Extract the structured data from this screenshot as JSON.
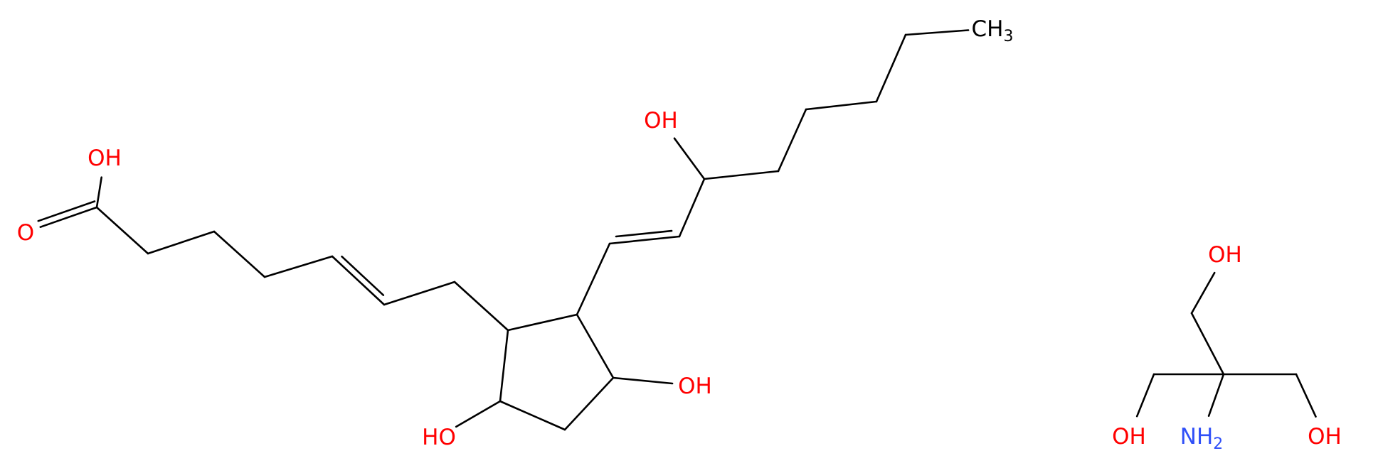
{
  "diagram": {
    "kind": "chemical-structure",
    "colors": {
      "bond": "#000000",
      "carbon_label": "#000000",
      "oxygen_label": "#ff0000",
      "nitrogen_label": "#3050f8"
    },
    "molecule_main": {
      "atoms": [
        {
          "id": "c1",
          "element": "C"
        },
        {
          "id": "o_acid_oh",
          "element": "O",
          "label": "OH"
        },
        {
          "id": "o_acid_carbonyl",
          "element": "O",
          "label": "O"
        },
        {
          "id": "c2",
          "element": "C"
        },
        {
          "id": "c3",
          "element": "C"
        },
        {
          "id": "c4",
          "element": "C"
        },
        {
          "id": "c5",
          "element": "C"
        },
        {
          "id": "c6",
          "element": "C"
        },
        {
          "id": "c7",
          "element": "C"
        },
        {
          "id": "c8",
          "element": "C"
        },
        {
          "id": "c9",
          "element": "C"
        },
        {
          "id": "o9",
          "element": "O",
          "label": "HO"
        },
        {
          "id": "c10",
          "element": "C"
        },
        {
          "id": "c11",
          "element": "C"
        },
        {
          "id": "o11",
          "element": "O",
          "label": "OH"
        },
        {
          "id": "c12",
          "element": "C"
        },
        {
          "id": "c13",
          "element": "C"
        },
        {
          "id": "c14",
          "element": "C"
        },
        {
          "id": "c15",
          "element": "C"
        },
        {
          "id": "o15",
          "element": "O",
          "label": "OH"
        },
        {
          "id": "c16",
          "element": "C"
        },
        {
          "id": "c17",
          "element": "C"
        },
        {
          "id": "c18",
          "element": "C"
        },
        {
          "id": "c19",
          "element": "C"
        },
        {
          "id": "c20",
          "element": "C",
          "label": "CH3"
        }
      ],
      "bonds": [
        {
          "from": "c1",
          "to": "o_acid_oh",
          "order": 1
        },
        {
          "from": "c1",
          "to": "o_acid_carbonyl",
          "order": 2
        },
        {
          "from": "c1",
          "to": "c2",
          "order": 1
        },
        {
          "from": "c2",
          "to": "c3",
          "order": 1
        },
        {
          "from": "c3",
          "to": "c4",
          "order": 1
        },
        {
          "from": "c4",
          "to": "c5",
          "order": 1
        },
        {
          "from": "c5",
          "to": "c6",
          "order": 2
        },
        {
          "from": "c6",
          "to": "c7",
          "order": 1
        },
        {
          "from": "c7",
          "to": "c8",
          "order": 1
        },
        {
          "from": "c8",
          "to": "c9",
          "order": 1
        },
        {
          "from": "c9",
          "to": "c10",
          "order": 1
        },
        {
          "from": "c10",
          "to": "c11",
          "order": 1
        },
        {
          "from": "c11",
          "to": "c12",
          "order": 1
        },
        {
          "from": "c12",
          "to": "c8",
          "order": 1
        },
        {
          "from": "c9",
          "to": "o9",
          "order": 1
        },
        {
          "from": "c11",
          "to": "o11",
          "order": 1
        },
        {
          "from": "c12",
          "to": "c13",
          "order": 1
        },
        {
          "from": "c13",
          "to": "c14",
          "order": 2
        },
        {
          "from": "c14",
          "to": "c15",
          "order": 1
        },
        {
          "from": "c15",
          "to": "o15",
          "order": 1
        },
        {
          "from": "c15",
          "to": "c16",
          "order": 1
        },
        {
          "from": "c16",
          "to": "c17",
          "order": 1
        },
        {
          "from": "c17",
          "to": "c18",
          "order": 1
        },
        {
          "from": "c18",
          "to": "c19",
          "order": 1
        },
        {
          "from": "c19",
          "to": "c20",
          "order": 1
        }
      ]
    },
    "molecule_tris": {
      "atoms": [
        {
          "id": "tc",
          "element": "C"
        },
        {
          "id": "tn",
          "element": "N",
          "label": "NH2"
        },
        {
          "id": "ta",
          "element": "C"
        },
        {
          "id": "toa",
          "element": "O",
          "label": "OH"
        },
        {
          "id": "tb",
          "element": "C"
        },
        {
          "id": "tob",
          "element": "O",
          "label": "OH"
        },
        {
          "id": "td",
          "element": "C"
        },
        {
          "id": "tod",
          "element": "O",
          "label": "OH"
        }
      ],
      "bonds": [
        {
          "from": "tc",
          "to": "tn",
          "order": 1
        },
        {
          "from": "tc",
          "to": "ta",
          "order": 1
        },
        {
          "from": "ta",
          "to": "toa",
          "order": 1
        },
        {
          "from": "tc",
          "to": "tb",
          "order": 1
        },
        {
          "from": "tb",
          "to": "tob",
          "order": 1
        },
        {
          "from": "tc",
          "to": "td",
          "order": 1
        },
        {
          "from": "td",
          "to": "tod",
          "order": 1
        }
      ]
    }
  }
}
